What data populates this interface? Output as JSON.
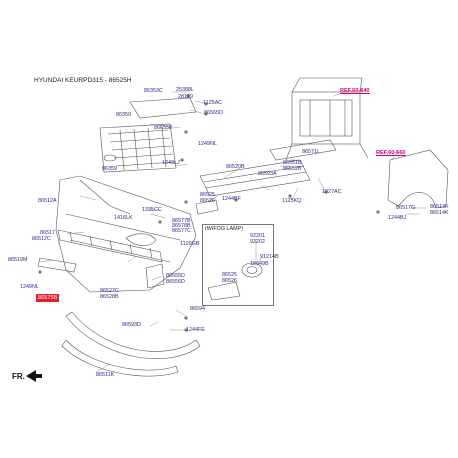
{
  "diagram": {
    "title": "HYUNDAI KEURPD315 - 86525H",
    "front_label": "FR.",
    "fog_box_label": "(W/FOG LAMP)",
    "refs": [
      "REF.60-640",
      "REF.60-660"
    ],
    "highlighted_part": "86575B",
    "part_labels": [
      "86353C",
      "25388L",
      "28199",
      "1125AC",
      "86350",
      "86565D",
      "86655E",
      "1249NL",
      "1249LJ",
      "86359",
      "86520B",
      "86571L",
      "86551B",
      "86552B",
      "86593A",
      "1125KQ",
      "1327AC",
      "86525",
      "86526",
      "1244BF",
      "86577B",
      "86578B",
      "86577C",
      "86512A",
      "1416LK",
      "1335CC",
      "86517",
      "86512C",
      "86519M",
      "1129GB",
      "1249NL",
      "86527C",
      "86528B",
      "86555D",
      "86556D",
      "92201",
      "92202",
      "91214B",
      "18649B",
      "86525",
      "86526",
      "86594",
      "86593D",
      "1244FE",
      "86511K",
      "86517G",
      "1244BJ",
      "86513K",
      "86514K"
    ]
  },
  "colors": {
    "label": "#2a2a8a",
    "ref": "#d4007a",
    "highlight": "#e0202a",
    "line": "#555555"
  }
}
